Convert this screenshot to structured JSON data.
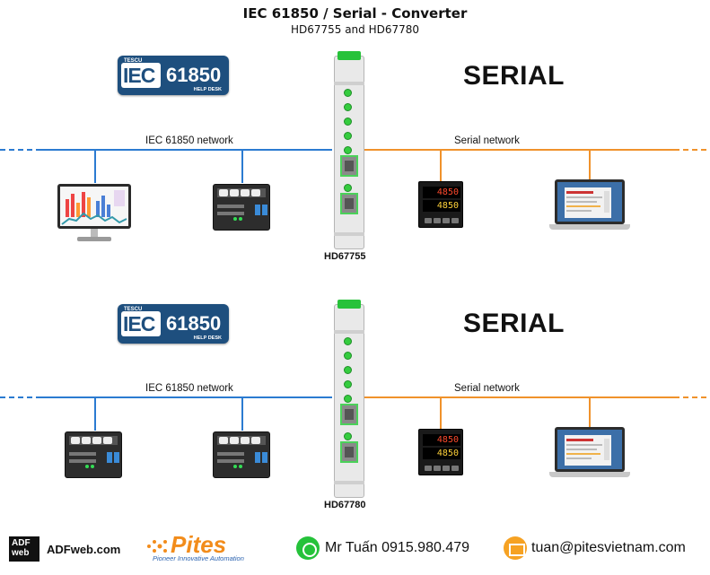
{
  "header": {
    "title": "IEC 61850 / Serial - Converter",
    "subtitle": "HD67755 and HD67780"
  },
  "logo": {
    "tescu": "TESCU",
    "iec": "IEC",
    "number": "61850",
    "help": "HELP DESK"
  },
  "sections": [
    {
      "serial_heading": "SERIAL",
      "iec_network_label": "IEC 61850 network",
      "serial_network_label": "Serial network",
      "device_model": "HD67755",
      "left_devices": [
        "scada-monitor",
        "hmi-panel"
      ],
      "right_devices": [
        "temperature-controller",
        "laptop"
      ]
    },
    {
      "serial_heading": "SERIAL",
      "iec_network_label": "IEC 61850 network",
      "serial_network_label": "Serial network",
      "device_model": "HD67780",
      "left_devices": [
        "hmi-panel",
        "hmi-panel"
      ],
      "right_devices": [
        "temperature-controller",
        "laptop"
      ]
    }
  ],
  "controller_display": {
    "top": "4850",
    "bottom": "4850"
  },
  "footer": {
    "adf_logo": "ADF web",
    "adf_text": "ADFweb.com",
    "pites_name": "Pites",
    "pites_tagline": "Pioneer Innovative Automation",
    "contact": "Mr Tuấn 0915.980.479",
    "email": "tuan@pitesvietnam.com"
  },
  "colors": {
    "iec_network": "#2b7bd1",
    "serial_network": "#f0922b",
    "logo_blue": "#1e4f7e",
    "led_green": "#35cc3f"
  }
}
